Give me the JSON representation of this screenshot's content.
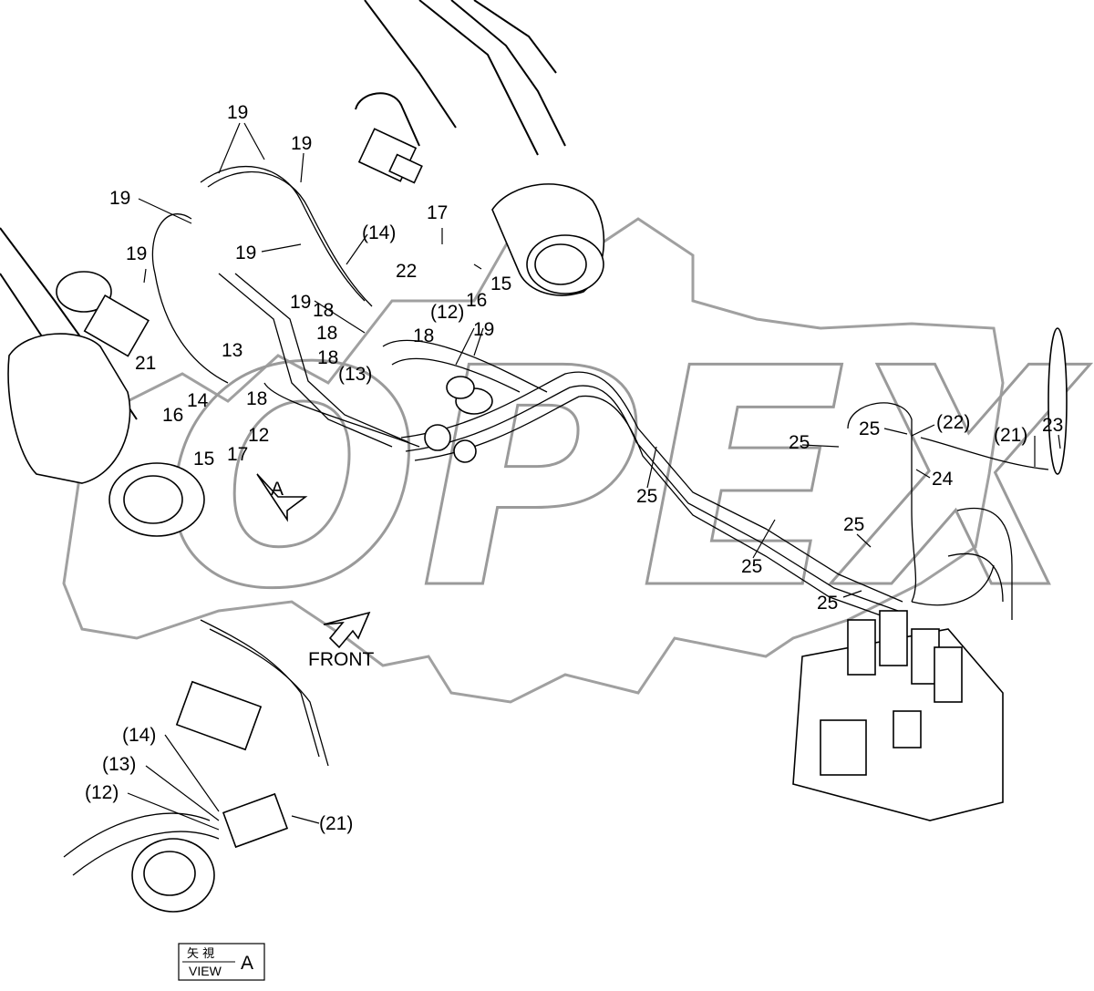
{
  "watermark": {
    "text": "OPEX"
  },
  "labels": {
    "l19_a": "19",
    "l19_b": "19",
    "l19_c": "19",
    "l19_d": "19",
    "l19_e": "19",
    "l19_f": "19",
    "l19_g": "19",
    "l14_a": "(14)",
    "l22_a": "22",
    "l17_a": "17",
    "l16_a": "16",
    "l15_a": "15",
    "l12_a": "(12)",
    "l18_a": "18",
    "l18_b": "18",
    "l18_c": "18",
    "l18_d": "18",
    "l13_a": "(13)",
    "l21_a": "21",
    "l13_b": "13",
    "l14_b": "14",
    "l16_b": "16",
    "l12_b": "12",
    "l15_b": "15",
    "l17_b": "17",
    "l25_a": "25",
    "l25_b": "25",
    "l25_c": "25",
    "l25_d": "25",
    "l25_e": "25",
    "l25_f": "25",
    "l22_b": "(22)",
    "l21_b": "(21)",
    "l23_a": "23",
    "l24_a": "24",
    "l14_c": "(14)",
    "l13_c": "(13)",
    "l12_c": "(12)",
    "l21_c": "(21)",
    "arrow_a": "A",
    "front": "FRONT",
    "view_jp": "矢 視",
    "view_en": "VIEW",
    "view_letter": "A"
  }
}
